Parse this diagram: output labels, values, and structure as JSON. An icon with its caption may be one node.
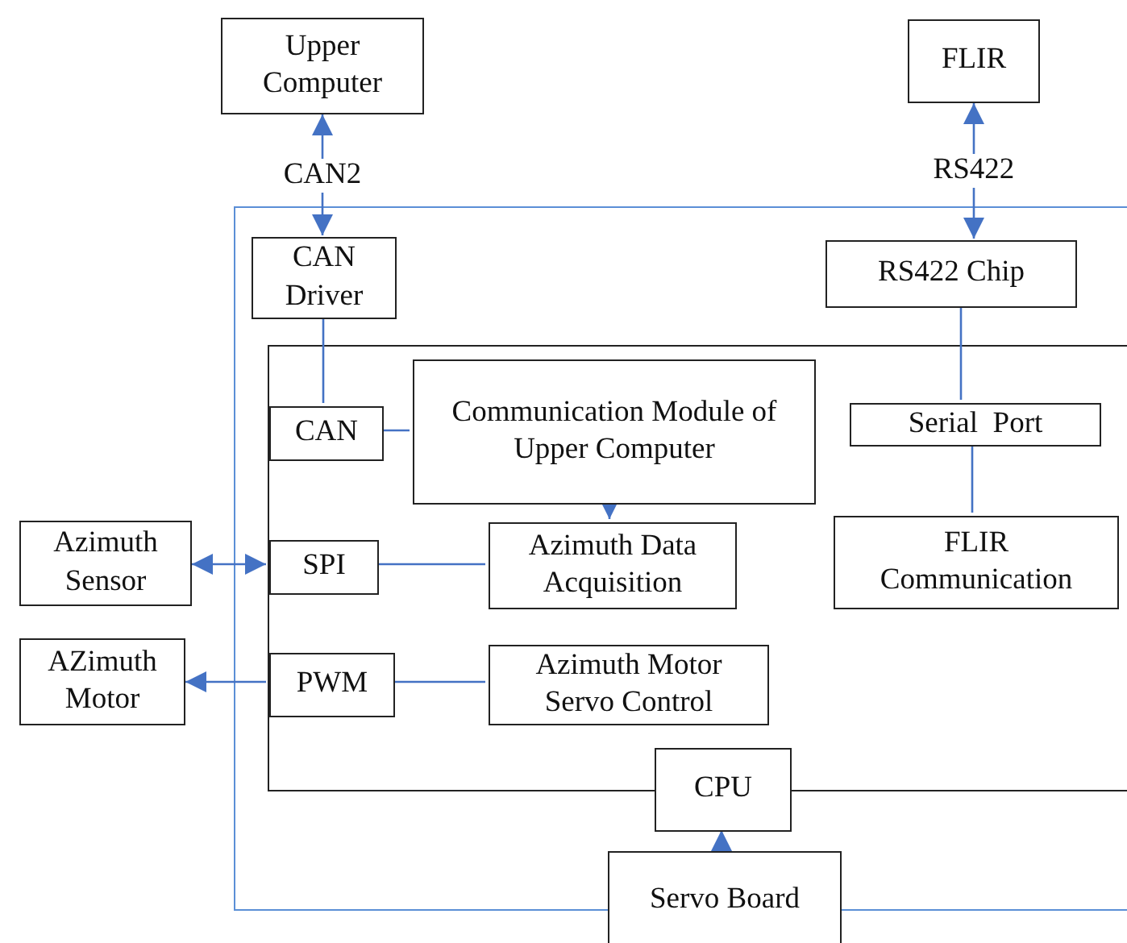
{
  "diagram": {
    "nodes": [
      {
        "text": [
          "Upper Computer"
        ]
      },
      {
        "text": [
          "FLIR"
        ]
      },
      {
        "text": [],
        "shape": "box"
      },
      {
        "text": [
          "CAN Driver"
        ],
        "in": 2
      },
      {
        "text": [
          "RS422 Chip"
        ],
        "in": 2
      },
      {
        "text": [],
        "shape": "box",
        "in": 2
      },
      {
        "text": [
          "CAN"
        ],
        "in": 5
      },
      {
        "text": [
          "Communication Module of Upper Computer"
        ],
        "in": 5
      },
      {
        "text": [
          "Serial  Port"
        ],
        "in": 5
      },
      {
        "text": [
          "SPI"
        ],
        "in": 5
      },
      {
        "text": [
          "Azimuth Data Acquisition"
        ],
        "in": 5
      },
      {
        "text": [
          "FLIR Communication"
        ],
        "in": 5
      },
      {
        "text": [
          "PWM"
        ],
        "in": 5
      },
      {
        "text": [
          "Azimuth Motor Servo Control"
        ],
        "in": 5
      },
      {
        "text": [
          "CPU"
        ],
        "in": 2
      },
      {
        "text": [
          "Servo Board"
        ]
      },
      {
        "text": [
          "Azimuth Sensor"
        ]
      },
      {
        "text": [
          "AZimuth Motor"
        ]
      }
    ],
    "edges": [
      {
        "from": 3,
        "to": 0,
        "arrow": "both",
        "label": "CAN2"
      },
      {
        "from": 4,
        "to": 1,
        "arrow": "both",
        "label": "RS422"
      },
      {
        "from": 3,
        "to": 6,
        "arrow": "none"
      },
      {
        "from": 6,
        "to": 7,
        "arrow": "none"
      },
      {
        "from": 7,
        "to": 10,
        "arrow": "to"
      },
      {
        "from": 4,
        "to": 8,
        "arrow": "none"
      },
      {
        "from": 8,
        "to": 11,
        "arrow": "none"
      },
      {
        "from": 9,
        "to": 16,
        "arrow": "both"
      },
      {
        "from": 9,
        "to": 10,
        "arrow": "none"
      },
      {
        "from": 12,
        "to": 17,
        "arrow": "to"
      },
      {
        "from": 12,
        "to": 13,
        "arrow": "none"
      },
      {
        "from": 15,
        "to": 14,
        "arrow": "to"
      }
    ]
  }
}
